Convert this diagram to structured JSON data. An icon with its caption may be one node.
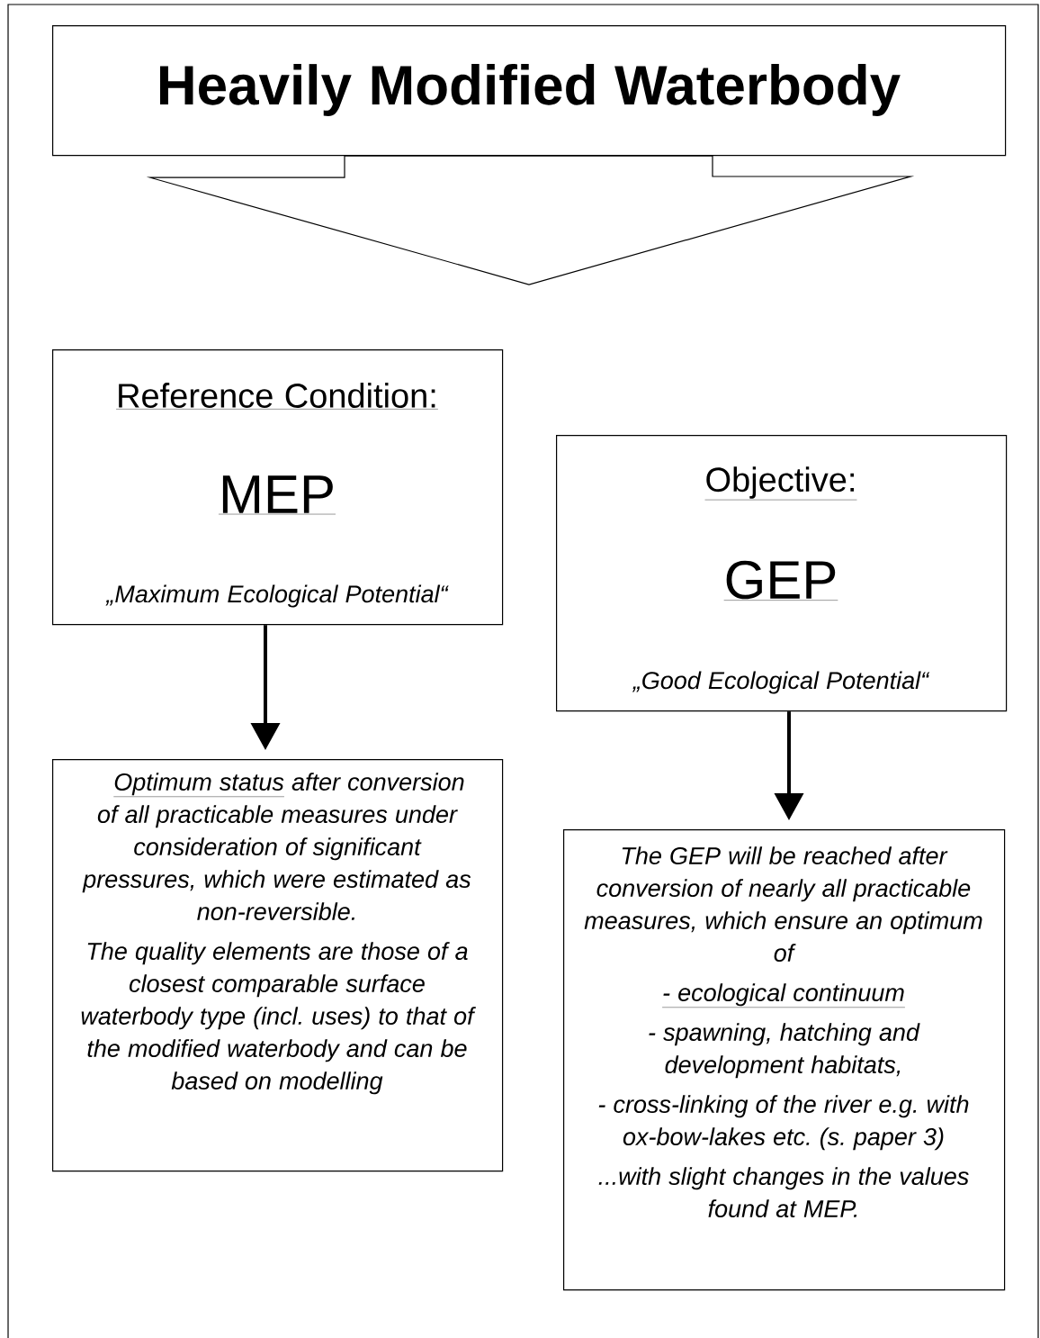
{
  "diagram": {
    "nodes": [
      {
        "text": [
          "Heavily Modified Waterbody"
        ]
      },
      {
        "text": [
          "Reference Condition:",
          "MEP",
          "„Maximum Ecological Potential“"
        ]
      },
      {
        "text": [
          "Objective:",
          "GEP",
          "„Good Ecological Potential“"
        ]
      },
      {
        "text": [
          "Optimum status",
          "after conversion of all practicable measures under consideration of significant pressures, which were estimated as non-reversible.",
          "The quality elements are those of a closest comparable surface waterbody type (incl. uses) to that of the modified waterbody and can be based on modelling"
        ]
      },
      {
        "text": [
          "The GEP will be reached after conversion of nearly all practicable measures, which ensure an optimum of",
          "- ecological continuum",
          "- spawning, hatching and development habitats,",
          "- cross-linking of the river e.g. with ox-bow-lakes etc. (s. paper 3)",
          "...with slight changes in the values found at MEP."
        ]
      }
    ],
    "edges": [
      {
        "from": 0,
        "to": null,
        "arrow": "to"
      },
      {
        "from": 1,
        "to": 3,
        "arrow": "to"
      },
      {
        "from": 2,
        "to": 4,
        "arrow": "to"
      }
    ]
  }
}
